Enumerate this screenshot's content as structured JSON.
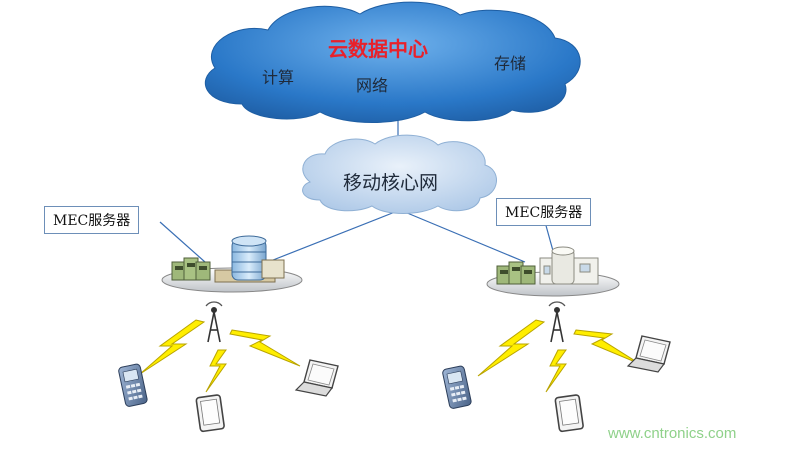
{
  "cloud_data_center": {
    "title": "云数据中心",
    "compute": "计算",
    "network": "网络",
    "storage": "存储"
  },
  "core_network": {
    "label": "移动核心网"
  },
  "mec_left": {
    "label": "MEC服务器"
  },
  "mec_right": {
    "label": "MEC服务器"
  },
  "watermark": "www.cntronics.com",
  "colors": {
    "cloud_fill": "#2f7fcf",
    "core_cloud_fill": "#c5d9ee",
    "link_line": "#3a6fb5",
    "lightning": "#ffee00",
    "title_red": "#e8212b"
  }
}
